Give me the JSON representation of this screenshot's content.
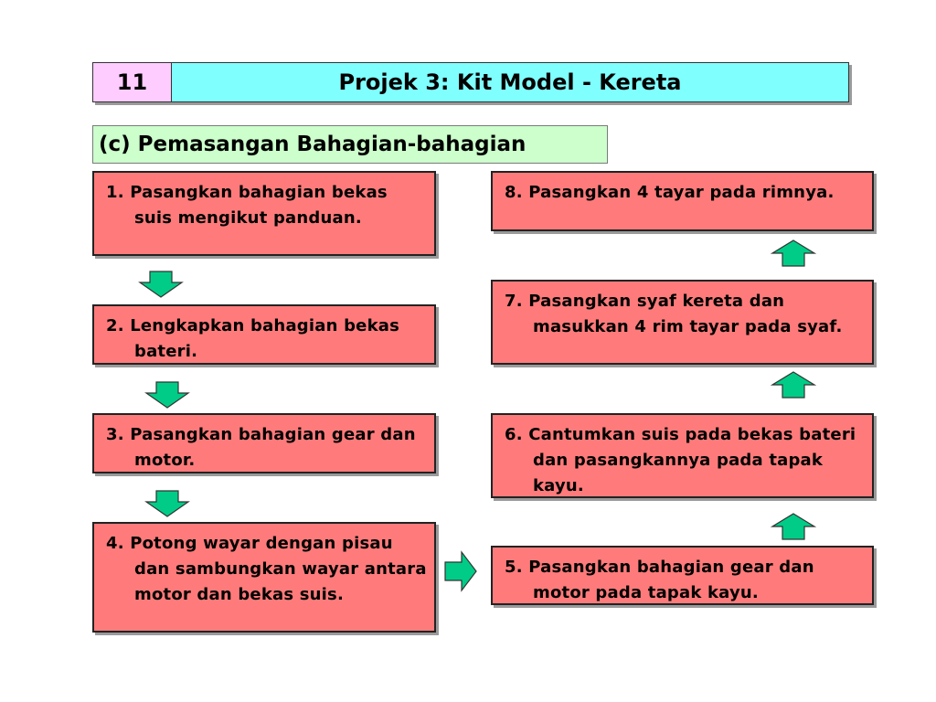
{
  "header": {
    "number": "11",
    "title": "Projek 3: Kit Model - Kereta"
  },
  "section": {
    "heading": "(c) Pemasangan Bahagian-bahagian"
  },
  "steps": [
    {
      "text": "1. Pasangkan bahagian bekas suis mengikut panduan."
    },
    {
      "text": "2. Lengkapkan bahagian bekas bateri."
    },
    {
      "text": "3. Pasangkan bahagian gear dan motor."
    },
    {
      "text": "4. Potong wayar dengan pisau dan sambungkan wayar antara motor dan bekas suis."
    },
    {
      "text": "5. Pasangkan bahagian gear dan motor pada tapak kayu."
    },
    {
      "text": "6. Cantumkan suis pada bekas bateri dan pasangkannya pada tapak kayu."
    },
    {
      "text": "7. Pasangkan syaf kereta dan masukkan 4 rim tayar pada syaf."
    },
    {
      "text": "8. Pasangkan 4 tayar pada rimnya."
    }
  ],
  "colors": {
    "header_bg": "#80ffff",
    "number_bg": "#ffccff",
    "section_bg": "#ccffcc",
    "step_bg": "#ff7b7b",
    "arrow_fill": "#00cc88"
  },
  "icons": {
    "down": "arrow-down-icon",
    "up": "arrow-up-icon",
    "right": "arrow-right-icon"
  }
}
